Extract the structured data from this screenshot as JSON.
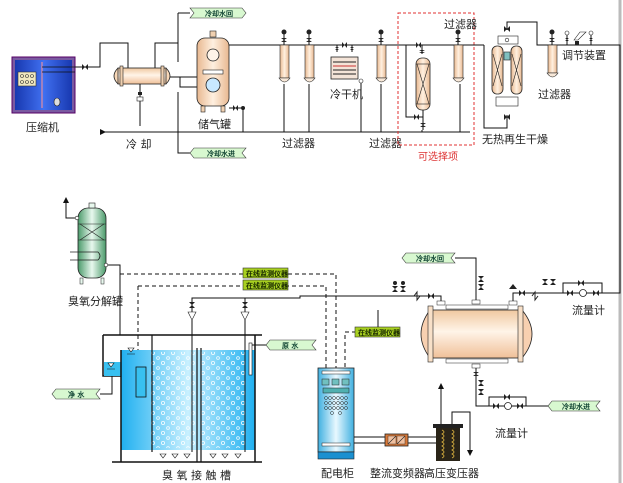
{
  "diagram": {
    "title": "臭氧发生系统工艺流程图",
    "equipment": {
      "compressor": "压缩机",
      "cooler": "冷 却",
      "air_tank": "储气罐",
      "filter_1": "过滤器",
      "filter_2": "过滤器",
      "filter_3": "过滤器",
      "filter_4": "过滤器",
      "refrigerated_dryer": "冷干机",
      "optional_config": "可选择项",
      "heatless_dryer": "无热再生干燥",
      "regulator": "调节装置",
      "ozone_destructor": "臭氧分解罐",
      "contact_tank": "臭 氧 接 触 槽",
      "distribution_cabinet": "配电柜",
      "inverter": "整流变频器",
      "hv_transformer": "高压变压器",
      "flowmeter_1": "流量计",
      "flowmeter_2": "流量计"
    },
    "tags": {
      "cooling_water_return_top": "冷却水回",
      "cooling_water_in_top": "冷却水进",
      "cooling_water_return_gen": "冷却水回",
      "cooling_water_in_gen": "冷却水进",
      "monitor_1": "在线监测仪器",
      "monitor_2": "在线监测仪器",
      "monitor_3": "在线监测仪器",
      "raw_water": "原 水",
      "clean_water": "净 水"
    },
    "colors": {
      "pipe": "#111111",
      "vessel_fill": "#f8d8b8",
      "tag_fill": "#d8f8d0",
      "monitor_fill": "#a8d020",
      "water": "#38c0f0",
      "compressor": "#2040c0",
      "optional_box": "#e03030"
    }
  }
}
